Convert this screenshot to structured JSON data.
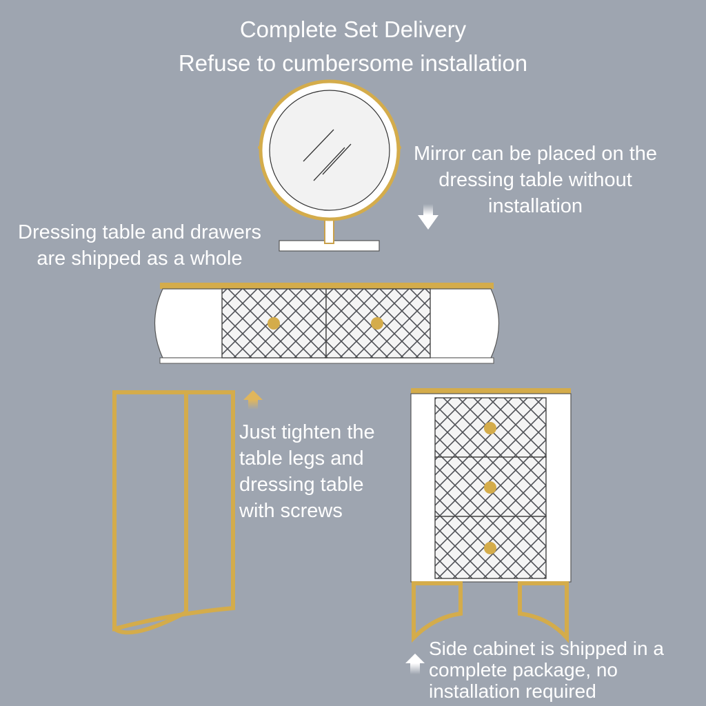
{
  "header": {
    "title": "Complete Set Delivery",
    "subtitle": "Refuse to cumbersome installation"
  },
  "notes": {
    "mirror": [
      "Mirror can be placed on the",
      "dressing table without",
      "installation"
    ],
    "table": [
      "Dressing table and drawers",
      "are shipped as a whole"
    ],
    "screws": [
      "Just tighten the",
      "table legs and",
      "dressing table",
      "with screws"
    ],
    "cabinet": [
      "Side cabinet is shipped in a",
      "complete package, no",
      "installation required"
    ]
  },
  "colors": {
    "background": "#9ea5b0",
    "gold": "#d4ac4b",
    "panel": "#ffffff",
    "lattice": "#55575c"
  },
  "icons": {
    "down_arrow": "down-arrow-icon",
    "up_arrow": "up-arrow-icon"
  }
}
